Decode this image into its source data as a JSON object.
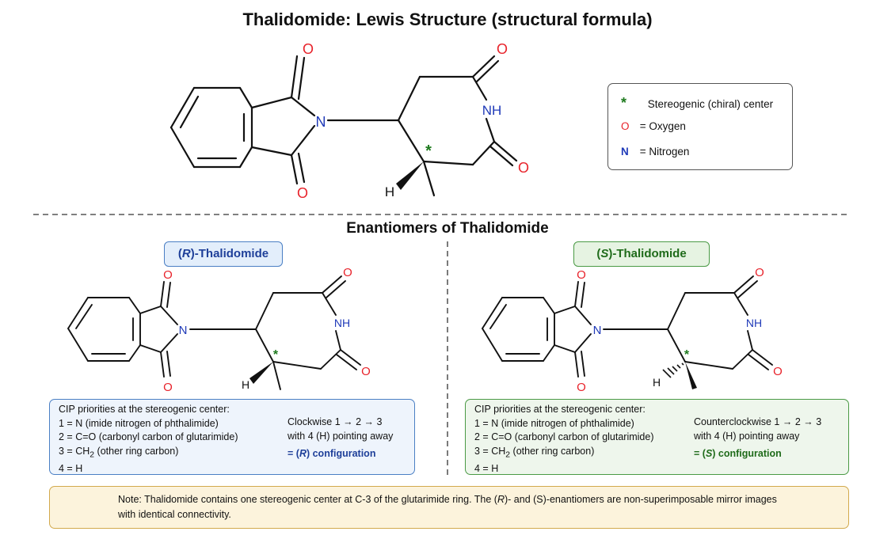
{
  "title": "Thalidomide: Lewis Structure (structural formula)",
  "atoms": {
    "O": "O",
    "N": "N",
    "NH": "NH",
    "H": "H",
    "star": "*"
  },
  "legend": {
    "star_symbol": "*",
    "star_text": "Stereogenic (chiral) center",
    "o_symbol": "O",
    "o_text": "= Oxygen",
    "n_symbol": "N",
    "n_text": "= Nitrogen"
  },
  "subtitle": "Enantiomers of Thalidomide",
  "r_panel": {
    "pill_open": "(",
    "pill_letter": "R",
    "pill_rest": ")-Thalidomide",
    "cip_heading": "CIP priorities at the stereogenic center:",
    "p1": "1 = N (imide nitrogen of phthalimide)",
    "p2": "2 = C=O (carbonyl carbon of glutarimide)",
    "p3_a": "3 = CH",
    "p3_sub": "2",
    "p3_b": " (other ring carbon)",
    "p4": "4 = H",
    "rot1": "Clockwise 1 → 2 → 3",
    "rot2": "with 4 (H) pointing away",
    "conf_a": "= (",
    "conf_letter": "R",
    "conf_b": ") configuration"
  },
  "s_panel": {
    "pill_open": "(",
    "pill_letter": "S",
    "pill_rest": ")-Thalidomide",
    "cip_heading": "CIP priorities at the stereogenic center:",
    "p1": "1 = N (imide nitrogen of phthalimide)",
    "p2": "2 = C=O (carbonyl carbon of glutarimide)",
    "p3_a": "3 = CH",
    "p3_sub": "2",
    "p3_b": " (other ring carbon)",
    "p4": "4 = H",
    "rot1": "Counterclockwise 1 → 2 → 3",
    "rot2": "with 4 (H) pointing away",
    "conf_a": "= (",
    "conf_letter": "S",
    "conf_b": ") configuration"
  },
  "note": {
    "a": "Note: Thalidomide contains one stereogenic center at C-3 of the glutarimide ring. The (",
    "r": "R",
    "b": ")- and (S)-enantiomers are non-superimposable mirror images with identical connectivity."
  },
  "colors": {
    "oxygen": "#e8232b",
    "nitrogen": "#1f3ab8",
    "chiral": "#1e7a1e",
    "r_accent": "#1e3f99",
    "s_accent": "#1f6b1a"
  }
}
